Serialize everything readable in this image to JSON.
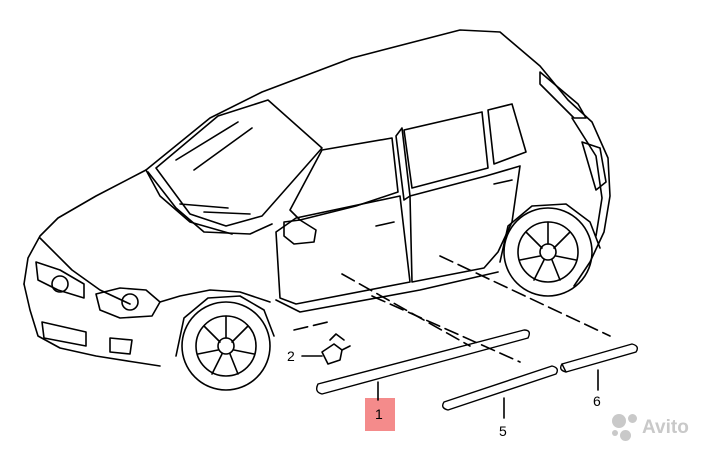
{
  "diagram": {
    "callouts": {
      "c1": "1",
      "c2": "2",
      "c5": "5",
      "c6": "6"
    },
    "highlight_color": "#f48b8b"
  },
  "watermark": {
    "text": "Avito",
    "icon": "avito-logo-icon"
  }
}
